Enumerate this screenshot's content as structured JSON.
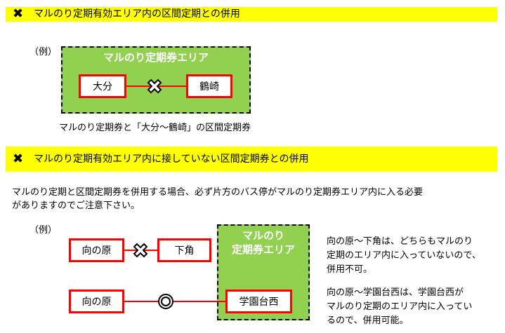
{
  "section1": {
    "heading": "マルのり定期有効エリア内の区間定期との併用",
    "mark": "✖",
    "example_label": "（例）",
    "area_title": "マルのり定期券エリア",
    "stop_left": "大分",
    "stop_right": "鶴崎",
    "caption": "マルのり定期券と「大分～鶴崎」の区間定期券"
  },
  "section2": {
    "heading": "マルのり定期有効エリア内に接していない区間定期券との併用",
    "mark": "✖",
    "intro_line1": "マルのり定期と区間定期券を併用する場合、必ず片方のバス停がマルのり定期券エリア内に入る必要",
    "intro_line2": "がありますのでご注意下さい。",
    "example_label": "（例）",
    "area_title_line1": "マルのり",
    "area_title_line2": "定期券エリア",
    "row1": {
      "left": "向の原",
      "right": "下角"
    },
    "row2": {
      "left": "向の原",
      "right": "学園台西"
    },
    "note1": [
      "向の原～下角は、どちらもマルのり",
      "定期のエリア内に入っていないので、",
      "併用不可。"
    ],
    "note2": [
      "向の原～学園台西は、学園台西が",
      "マルのり定期のエリア内に入ってい",
      "るので、併用可能。"
    ]
  }
}
